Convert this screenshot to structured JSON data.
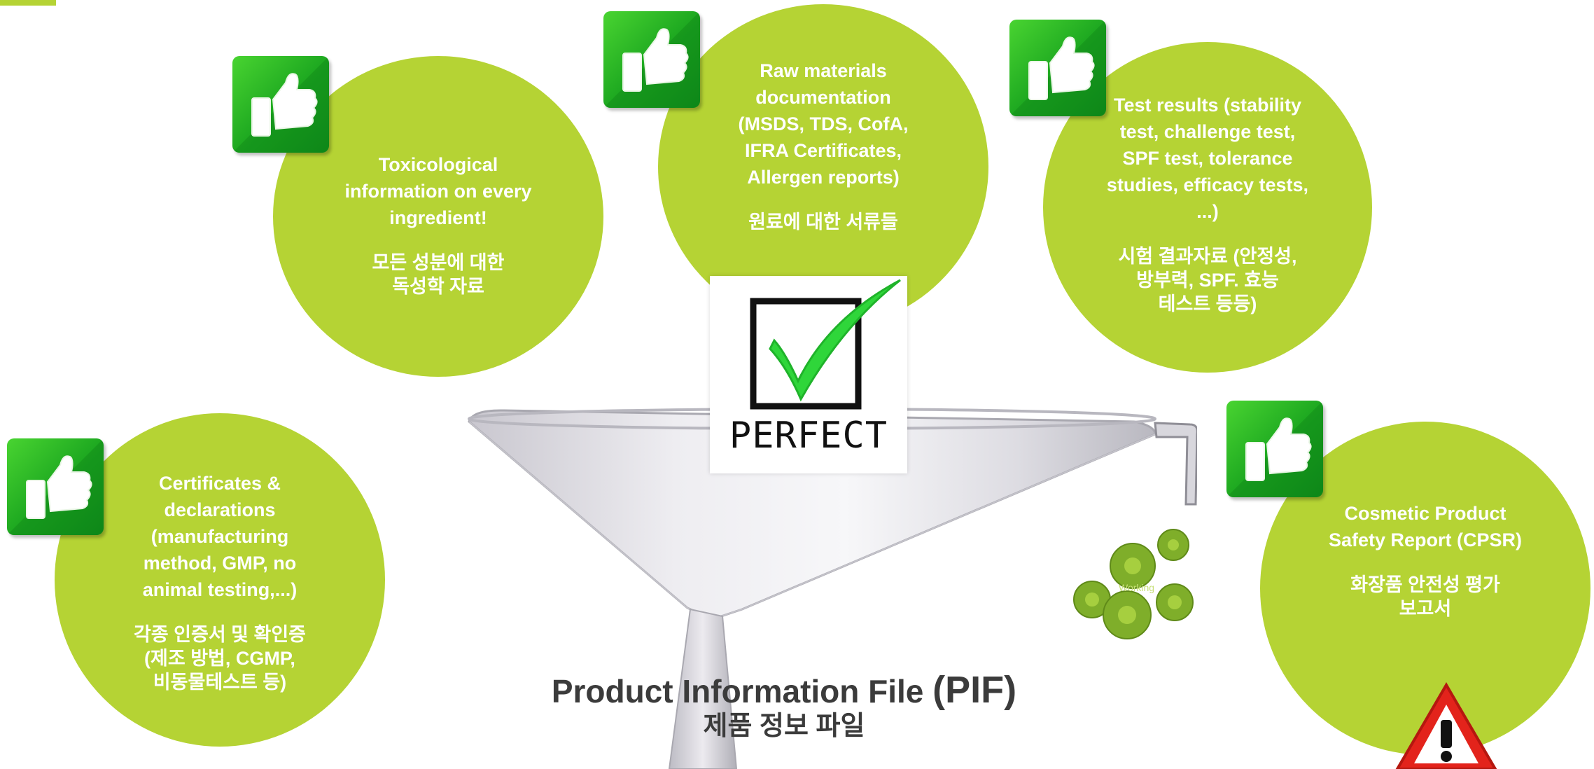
{
  "circles": [
    {
      "id": "toxicological",
      "en": "Toxicological\ninformation on every\ningredient!",
      "ko": "모든 성분에 대한\n독성학 자료"
    },
    {
      "id": "raw-materials",
      "en": "Raw materials\ndocumentation\n(MSDS, TDS, CofA,\nIFRA Certificates,\nAllergen reports)",
      "ko": "원료에 대한 서류들"
    },
    {
      "id": "test-results",
      "en": "Test results (stability\ntest, challenge test,\nSPF test, tolerance\nstudies, efficacy tests,\n...)",
      "ko": "시험 결과자료 (안정성,\n방부력, SPF. 효능\n테스트 등등)"
    },
    {
      "id": "certificates",
      "en": "Certificates &\ndeclarations\n(manufacturing\nmethod, GMP, no\nanimal testing,...)",
      "ko": "각종 인증서 및 확인증\n(제조 방법, CGMP,\n비동물테스트 등)"
    },
    {
      "id": "cpsr",
      "en": "Cosmetic Product\nSafety Report (CPSR)",
      "ko": "화장품 안전성 평가\n보고서"
    }
  ],
  "stamp": {
    "word": "PERFECT"
  },
  "gears_label": "Working",
  "title": {
    "main_prefix": "Product Information File ",
    "main_paren": "(PIF)",
    "sub": "제품 정보 파일"
  },
  "colors": {
    "circle": "#b5d334",
    "thumb": "#1aa51f",
    "check": "#2fd63a",
    "title": "#3b3b3b",
    "warning": "#e3231b"
  },
  "icons": [
    "thumbs-up-icon",
    "checkmark-box-icon",
    "gears-icon",
    "warning-icon",
    "funnel-image"
  ]
}
